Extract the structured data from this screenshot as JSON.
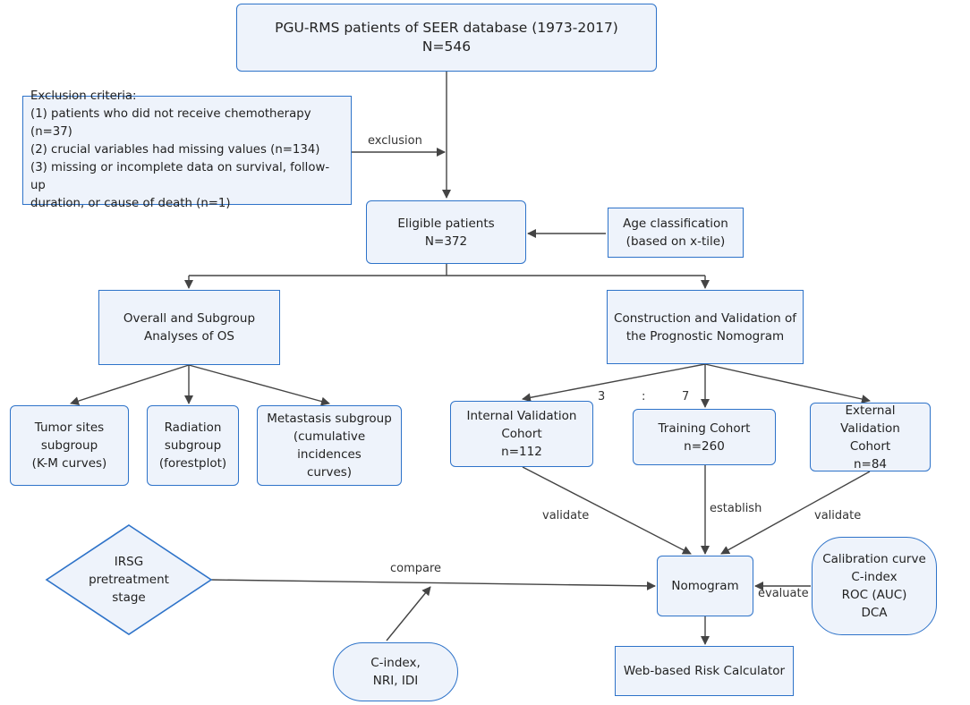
{
  "nodes": {
    "seer": {
      "line1": "PGU-RMS patients of SEER database (1973-2017)",
      "line2": "N=546"
    },
    "exclusion": {
      "title": "Exclusion criteria:",
      "items": [
        "(1) patients who did not receive chemotherapy (n=37)",
        "(2) crucial variables had missing values (n=134)",
        "(3) missing or incomplete data on survival, follow-up",
        "duration, or cause of death (n=1)"
      ]
    },
    "eligible": {
      "line1": "Eligible patients",
      "line2": "N=372"
    },
    "age": {
      "line1": "Age classification",
      "line2": "(based on x-tile)"
    },
    "overall": {
      "line1": "Overall and Subgroup",
      "line2": "Analyses of OS"
    },
    "construction": {
      "line1": "Construction and Validation of",
      "line2": "the Prognostic Nomogram"
    },
    "tumor": {
      "line1": "Tumor sites",
      "line2": "subgroup",
      "line3": "(K-M curves)"
    },
    "radiation": {
      "line1": "Radiation",
      "line2": "subgroup",
      "line3": "(forestplot)"
    },
    "metastasis": {
      "line1": "Metastasis subgroup",
      "line2": "(cumulative incidences",
      "line3": "curves)"
    },
    "internal": {
      "line1": "Internal Validation",
      "line2": "Cohort",
      "line3": "n=112"
    },
    "training": {
      "line1": "Training Cohort",
      "line2": "n=260"
    },
    "external": {
      "line1": "External Validation",
      "line2": "Cohort",
      "line3": "n=84"
    },
    "irsg": {
      "line1": "IRSG",
      "line2": "pretreatment",
      "line3": "stage"
    },
    "nomogram": {
      "line1": "Nomogram"
    },
    "metrics": {
      "line1": "Calibration curve",
      "line2": "C-index",
      "line3": "ROC (AUC)",
      "line4": "DCA"
    },
    "cindex": {
      "line1": "C-index,",
      "line2": "NRI, IDI"
    },
    "web": {
      "line1": "Web-based Risk Calculator"
    }
  },
  "edge_labels": {
    "exclusion": "exclusion",
    "ratio_3": "3",
    "ratio_colon": ":",
    "ratio_7": "7",
    "validate_internal": "validate",
    "establish": "establish",
    "validate_external": "validate",
    "compare": "compare",
    "evaluate": "evaluate"
  },
  "colors": {
    "border": "#2e73c9",
    "fill": "#eef3fb",
    "line": "#444444",
    "text": "#222222"
  }
}
